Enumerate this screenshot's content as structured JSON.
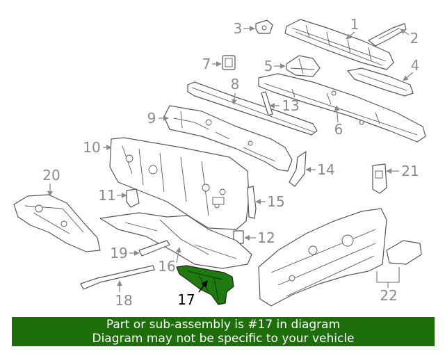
{
  "diagram": {
    "highlighted_part": "17",
    "highlight_color": "#1f7a10",
    "callouts": [
      "1",
      "2",
      "3",
      "4",
      "5",
      "6",
      "7",
      "8",
      "9",
      "10",
      "11",
      "12",
      "13",
      "14",
      "15",
      "16",
      "17",
      "18",
      "19",
      "20",
      "21",
      "22"
    ]
  },
  "banner": {
    "line1": "Part or sub-assembly is #17 in diagram",
    "line2": "Diagram may not be specific to your vehicle",
    "background": "#1f6e0c"
  }
}
